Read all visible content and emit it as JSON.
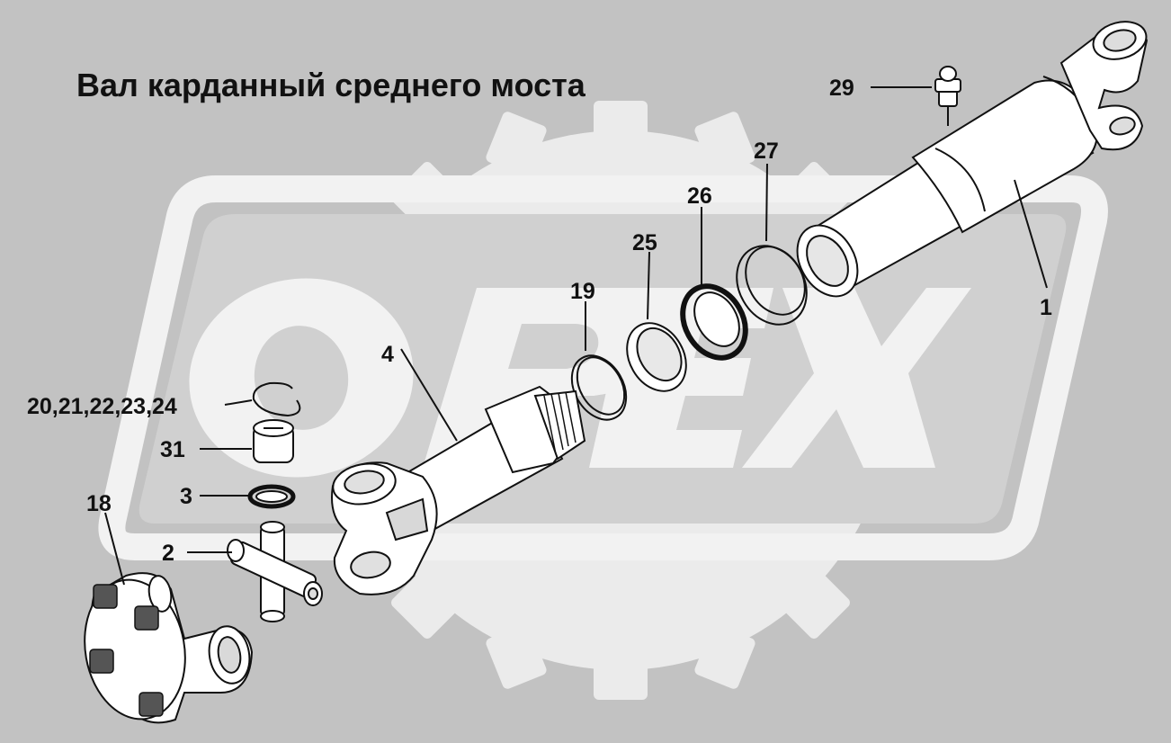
{
  "title": "Вал карданный среднего моста",
  "watermark": {
    "text": "OPEX",
    "fill": "#eeeeee",
    "background": "#c2c2c2",
    "gear": "#ebebeb"
  },
  "callouts": [
    {
      "id": "c1",
      "label": "1"
    },
    {
      "id": "c2",
      "label": "2"
    },
    {
      "id": "c3",
      "label": "3"
    },
    {
      "id": "c4",
      "label": "4"
    },
    {
      "id": "c18",
      "label": "18"
    },
    {
      "id": "c19",
      "label": "19"
    },
    {
      "id": "c20",
      "label": "20,21,22,23,24"
    },
    {
      "id": "c25",
      "label": "25"
    },
    {
      "id": "c26",
      "label": "26"
    },
    {
      "id": "c27",
      "label": "27"
    },
    {
      "id": "c29",
      "label": "29"
    },
    {
      "id": "c31",
      "label": "31"
    }
  ],
  "colors": {
    "part_fill": "#ffffff",
    "outline": "#111111"
  }
}
